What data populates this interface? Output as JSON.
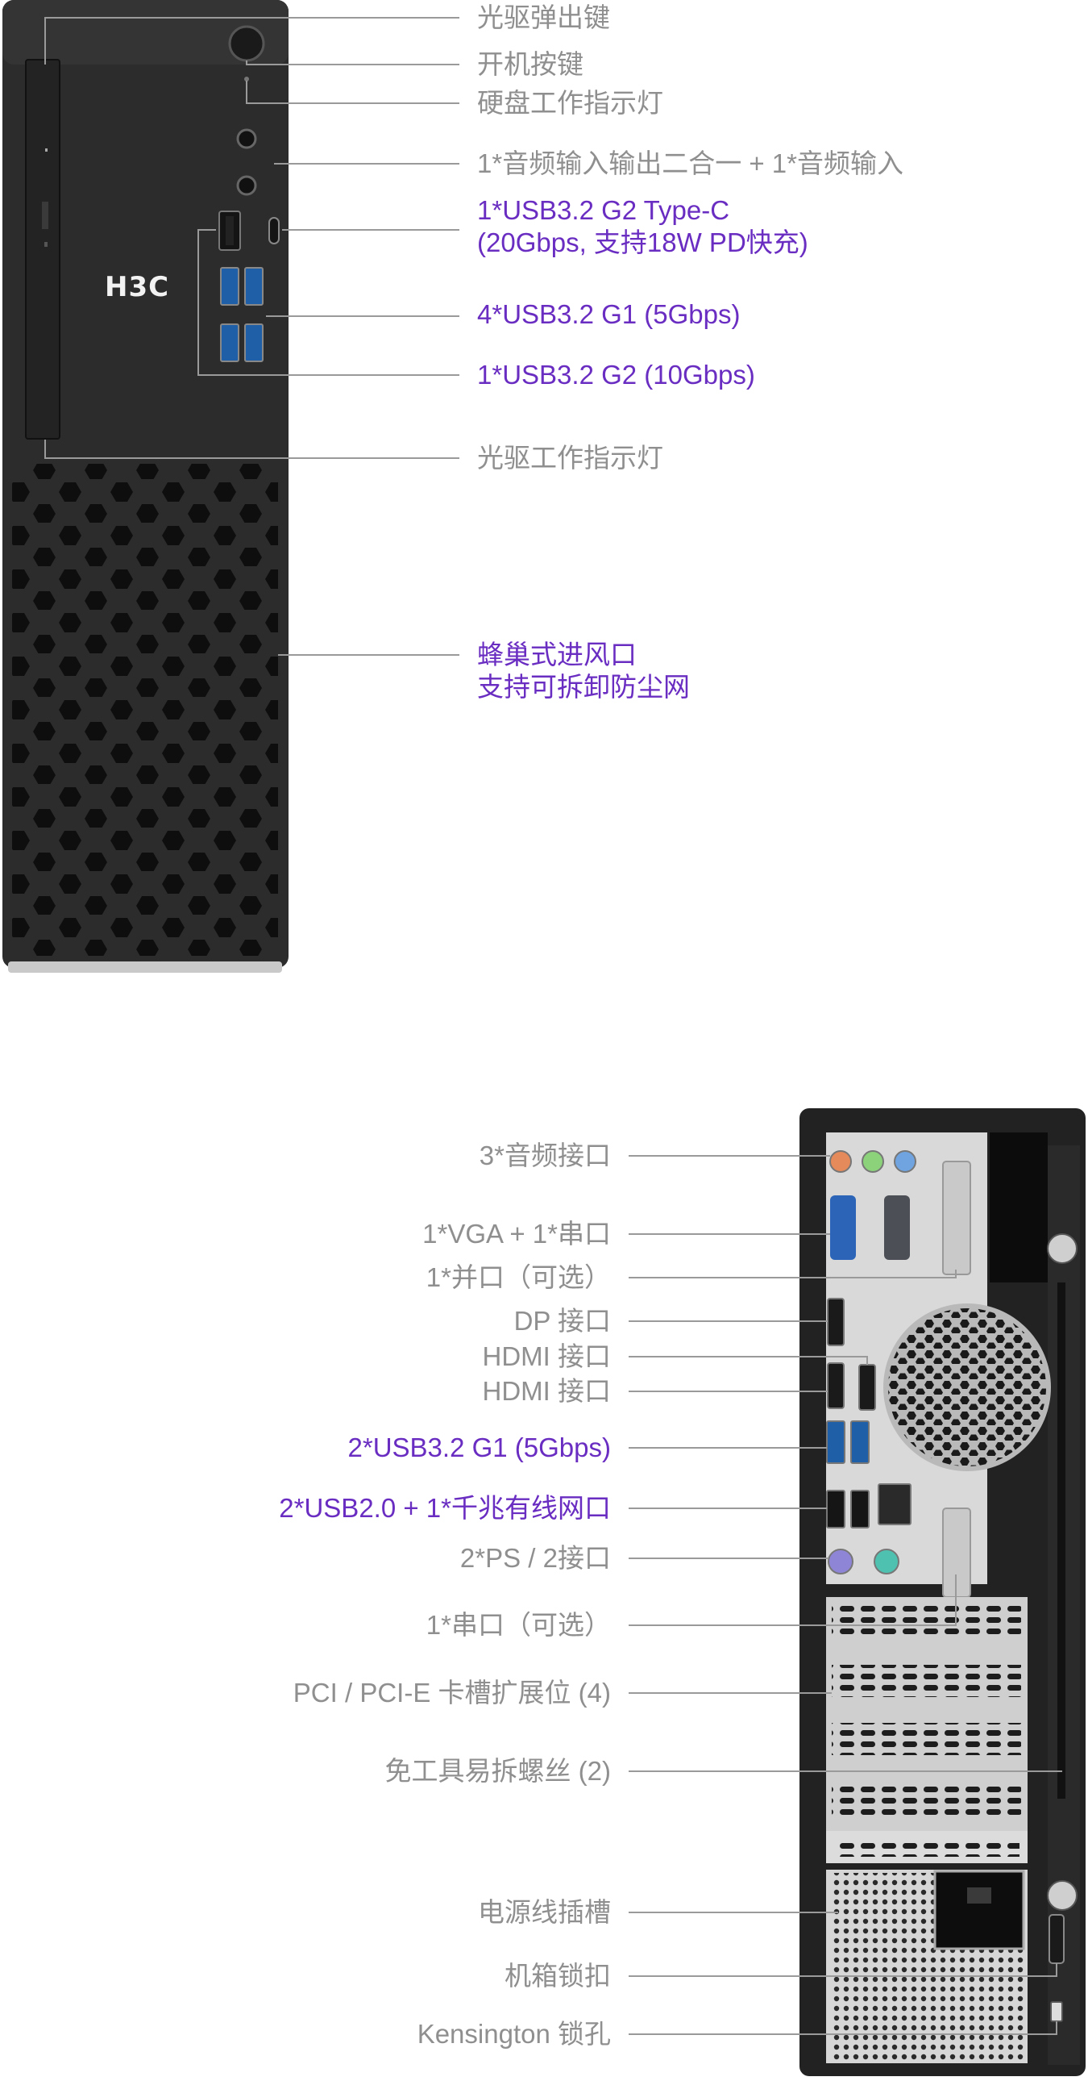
{
  "front": {
    "brand": "H3C",
    "labels": [
      {
        "text": "光驱弹出键",
        "highlight": false
      },
      {
        "text": "开机按键",
        "highlight": false
      },
      {
        "text": "硬盘工作指示灯",
        "highlight": false
      },
      {
        "text": "1*音频输入输出二合一 + 1*音频输入",
        "highlight": false
      },
      {
        "text": "1*USB3.2 G2 Type-C",
        "text2": "(20Gbps, 支持18W PD快充)",
        "highlight": true
      },
      {
        "text": "4*USB3.2 G1 (5Gbps)",
        "highlight": true
      },
      {
        "text": "1*USB3.2 G2 (10Gbps)",
        "highlight": true
      },
      {
        "text": "光驱工作指示灯",
        "highlight": false
      },
      {
        "text": "蜂巢式进风口",
        "text2": "支持可拆卸防尘网",
        "highlight": true
      }
    ]
  },
  "back": {
    "labels": [
      {
        "text": "3*音频接口",
        "highlight": false
      },
      {
        "text": "1*VGA + 1*串口",
        "highlight": false
      },
      {
        "text": "1*并口（可选）",
        "highlight": false
      },
      {
        "text": "DP 接口",
        "highlight": false
      },
      {
        "text": "HDMI 接口",
        "highlight": false
      },
      {
        "text": "HDMI 接口",
        "highlight": false
      },
      {
        "text": "2*USB3.2 G1 (5Gbps)",
        "highlight": true
      },
      {
        "text": "2*USB2.0 + 1*千兆有线网口",
        "highlight": true
      },
      {
        "text": "2*PS / 2接口",
        "highlight": false
      },
      {
        "text": "1*串口（可选）",
        "highlight": false
      },
      {
        "text": "PCI / PCI-E 卡槽扩展位 (4)",
        "highlight": false
      },
      {
        "text": "免工具易拆螺丝 (2)",
        "highlight": false
      },
      {
        "text": "电源线插槽",
        "highlight": false
      },
      {
        "text": "机箱锁扣",
        "highlight": false
      },
      {
        "text": "Kensington 锁孔",
        "highlight": false
      }
    ]
  },
  "colors": {
    "highlight": "#6a2dc2",
    "label": "#8f8f8f",
    "line": "#9a9a9a",
    "case_dark": "#2a2a2a"
  }
}
